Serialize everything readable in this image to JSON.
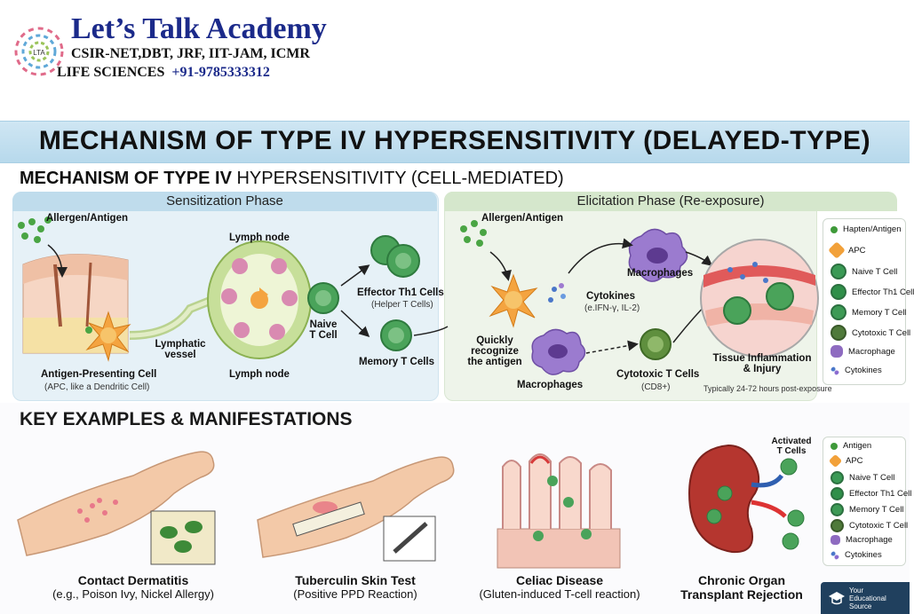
{
  "header": {
    "brand": "Let’s Talk Academy",
    "line1": "CSIR-NET,DBT, JRF, IIT-JAM, ICMR",
    "line2_prefix": "LIFE SCIENCES",
    "phone": "+91-9785333312"
  },
  "main_title": "MECHANISM OF TYPE IV HYPERSENSITIVITY (DELAYED-TYPE)",
  "subtitle": {
    "bold": "MECHANISM OF TYPE IV",
    "rest": "HYPERSENSITIVITY (CELL-MEDIATED)"
  },
  "sensitization": {
    "heading": "Sensitization Phase",
    "allergen": "Allergen/Antigen",
    "lymph_top": "Lymph node",
    "lymph_bottom": "Lymph node",
    "lymphatic": "Lymphatic vessel",
    "apc": "Antigen-Presenting Cell",
    "apc_note": "(APC, like a Dendritic Cell)",
    "naive": "Naive T Cell",
    "effector": "Effector Th1 Cells",
    "effector_note": "(Helper T Cells)",
    "memory": "Memory T Cells"
  },
  "elicitation": {
    "heading": "Elicitation Phase (Re-exposure)",
    "allergen": "Allergen/Antigen",
    "macrophages_top": "Macrophages",
    "cytokines": "Cytokines",
    "cytokines_note": "(e.IFN-γ, IL-2)",
    "recognize": "Quickly recognize the antigen",
    "macrophages_bottom": "Macrophages",
    "cytotoxic": "Cytotoxic T Cells",
    "cytotoxic_note": "(CD8+)",
    "tissue": "Tissue Inflammation & Injury",
    "timing": "Typically 24-72 hours post-exposure"
  },
  "legend_top": [
    {
      "label": "Hapten/Antigen",
      "icon": "antigen-dot",
      "color": "#3f9a3a"
    },
    {
      "label": "APC",
      "icon": "apc-star",
      "color": "#f2a13a"
    },
    {
      "label": "Naive T Cell",
      "icon": "t-cell",
      "color": "#3a9a55"
    },
    {
      "label": "Effector Th1 Cell",
      "icon": "t-cell",
      "color": "#2f8f49"
    },
    {
      "label": "Memory T Cell",
      "icon": "t-cell",
      "color": "#3d9a55"
    },
    {
      "label": "Cytotoxic T Cell",
      "icon": "t-cell",
      "color": "#4f7a3a"
    },
    {
      "label": "Macrophage",
      "icon": "macrophage",
      "color": "#8e6bc0"
    },
    {
      "label": "Cytokines",
      "icon": "cytokines",
      "color": "#4a77c9"
    }
  ],
  "examples": {
    "title": "KEY EXAMPLES & MANIFESTATIONS",
    "items": [
      {
        "name": "Contact Dermatitis",
        "note": "(e.g., Poison Ivy, Nickel Allergy)"
      },
      {
        "name": "Tuberculin Skin Test",
        "note": "(Positive PPD Reaction)"
      },
      {
        "name": "Celiac Disease",
        "note": "(Gluten-induced T-cell reaction)"
      },
      {
        "name": "Chronic Organ",
        "note": "Transplant Rejection"
      }
    ],
    "activated": "Activated T Cells"
  },
  "legend_bottom": [
    {
      "label": "Antigen",
      "icon": "antigen-dot",
      "color": "#3f9a3a"
    },
    {
      "label": "APC",
      "icon": "apc-star",
      "color": "#f2a13a"
    },
    {
      "label": "Naive T Cell",
      "icon": "t-cell",
      "color": "#3a9a55"
    },
    {
      "label": "Effector Th1 Cell",
      "icon": "t-cell",
      "color": "#2f8f49"
    },
    {
      "label": "Memory T Cell",
      "icon": "t-cell",
      "color": "#3d9a55"
    },
    {
      "label": "Cytotoxic T Cell",
      "icon": "t-cell",
      "color": "#4f7a3a"
    },
    {
      "label": "Macrophage",
      "icon": "macrophage",
      "color": "#8e6bc0"
    },
    {
      "label": "Cytokines",
      "icon": "cytokines",
      "color": "#4a77c9"
    }
  ],
  "footer": {
    "line1": "Your",
    "line2": "Educational",
    "line3": "Source"
  }
}
